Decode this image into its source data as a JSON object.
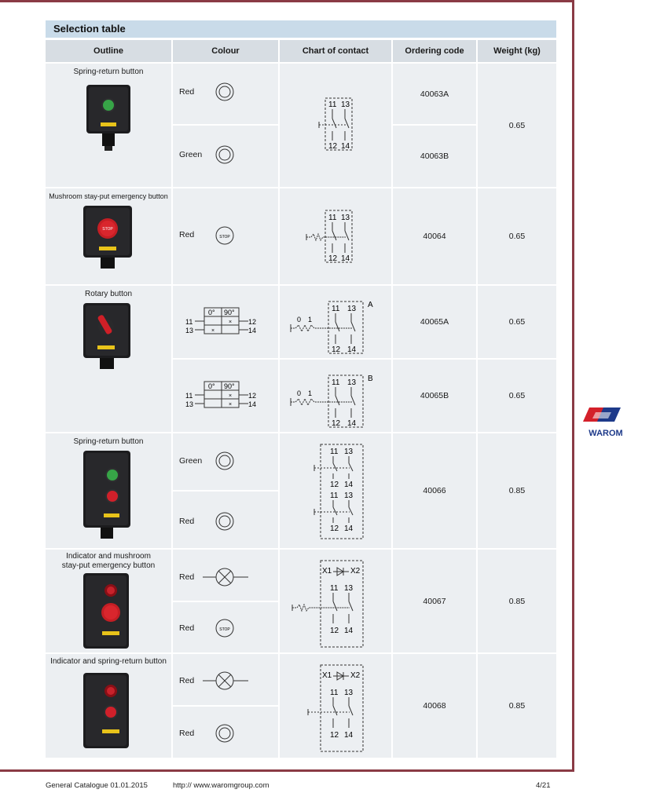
{
  "table": {
    "title": "Selection table",
    "headers": [
      "Outline",
      "Colour",
      "Chart of contact",
      "Ordering code",
      "Weight (kg)"
    ],
    "rows": [
      {
        "outline": "Spring-return button",
        "variants": [
          {
            "colour": "Red",
            "code": "40063A"
          },
          {
            "colour": "Green",
            "code": "40063B"
          }
        ],
        "weight": "0.65"
      },
      {
        "outline": "Mushroom stay-put emergency button",
        "variants": [
          {
            "colour": "Red",
            "code": "40064"
          }
        ],
        "weight": "0.65"
      },
      {
        "outline": "Rotary button",
        "variants": [
          {
            "code": "40065A",
            "weight": "0.65",
            "chart_mark": "A"
          },
          {
            "code": "40065B",
            "weight": "0.65",
            "chart_mark": "B"
          }
        ]
      },
      {
        "outline": "Spring-return button",
        "variants": [
          {
            "colour": "Green"
          },
          {
            "colour": "Red"
          }
        ],
        "code": "40066",
        "weight": "0.85"
      },
      {
        "outline_line1": "Indicator and mushroom",
        "outline_line2": "stay-put emergency button",
        "variants": [
          {
            "colour": "Red"
          },
          {
            "colour": "Red"
          }
        ],
        "code": "40067",
        "weight": "0.85"
      },
      {
        "outline": "Indicator and spring-return button",
        "variants": [
          {
            "colour": "Red"
          },
          {
            "colour": "Red"
          }
        ],
        "code": "40068",
        "weight": "0.85"
      }
    ],
    "contact_labels": {
      "no": "11",
      "nc": "13",
      "no_out": "12",
      "nc_out": "14",
      "lamp_a": "X1",
      "lamp_b": "X2",
      "pos0": "0",
      "pos1": "1",
      "angle0": "0°",
      "angle90": "90°",
      "cross": "×"
    }
  },
  "button_text": {
    "stop": "STOP"
  },
  "footer": {
    "catalogue": "General Catalogue 01.01.2015",
    "url": "http:// www.waromgroup.com",
    "page": "4/21"
  },
  "brand": {
    "name": "WAROM",
    "colors": {
      "red": "#d4202a",
      "blue": "#1e3a8a",
      "frame": "#8a3b45"
    }
  }
}
